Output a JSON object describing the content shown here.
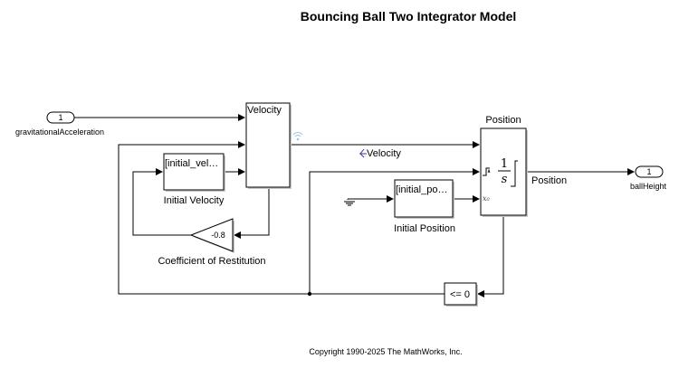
{
  "title": "Bouncing Ball Two Integrator Model",
  "copyright": "Copyright 1990-2025 The MathWorks, Inc.",
  "blocks": {
    "inport": {
      "number": "1",
      "name": "gravitationalAcceleration"
    },
    "velocity_integrator": {
      "label": "Velocity"
    },
    "initial_velocity": {
      "text": "[initial_vel…",
      "name": "Initial Velocity"
    },
    "gain": {
      "value": "-0.8",
      "name": "Coefficient of Restitution"
    },
    "position_integrator": {
      "name": "Position",
      "numerator": "1",
      "denominator": "s",
      "ic_port": "x₀"
    },
    "initial_position": {
      "text": "[initial_po…",
      "name": "Initial Position"
    },
    "compare": {
      "text": "<= 0"
    },
    "outport": {
      "number": "1",
      "name": "ballHeight"
    }
  },
  "signals": {
    "velocity": "Velocity",
    "position": "Position"
  },
  "colors": {
    "signal_label_icon": "#3a3aa0",
    "wireless_icon": "#9ec3e6"
  }
}
